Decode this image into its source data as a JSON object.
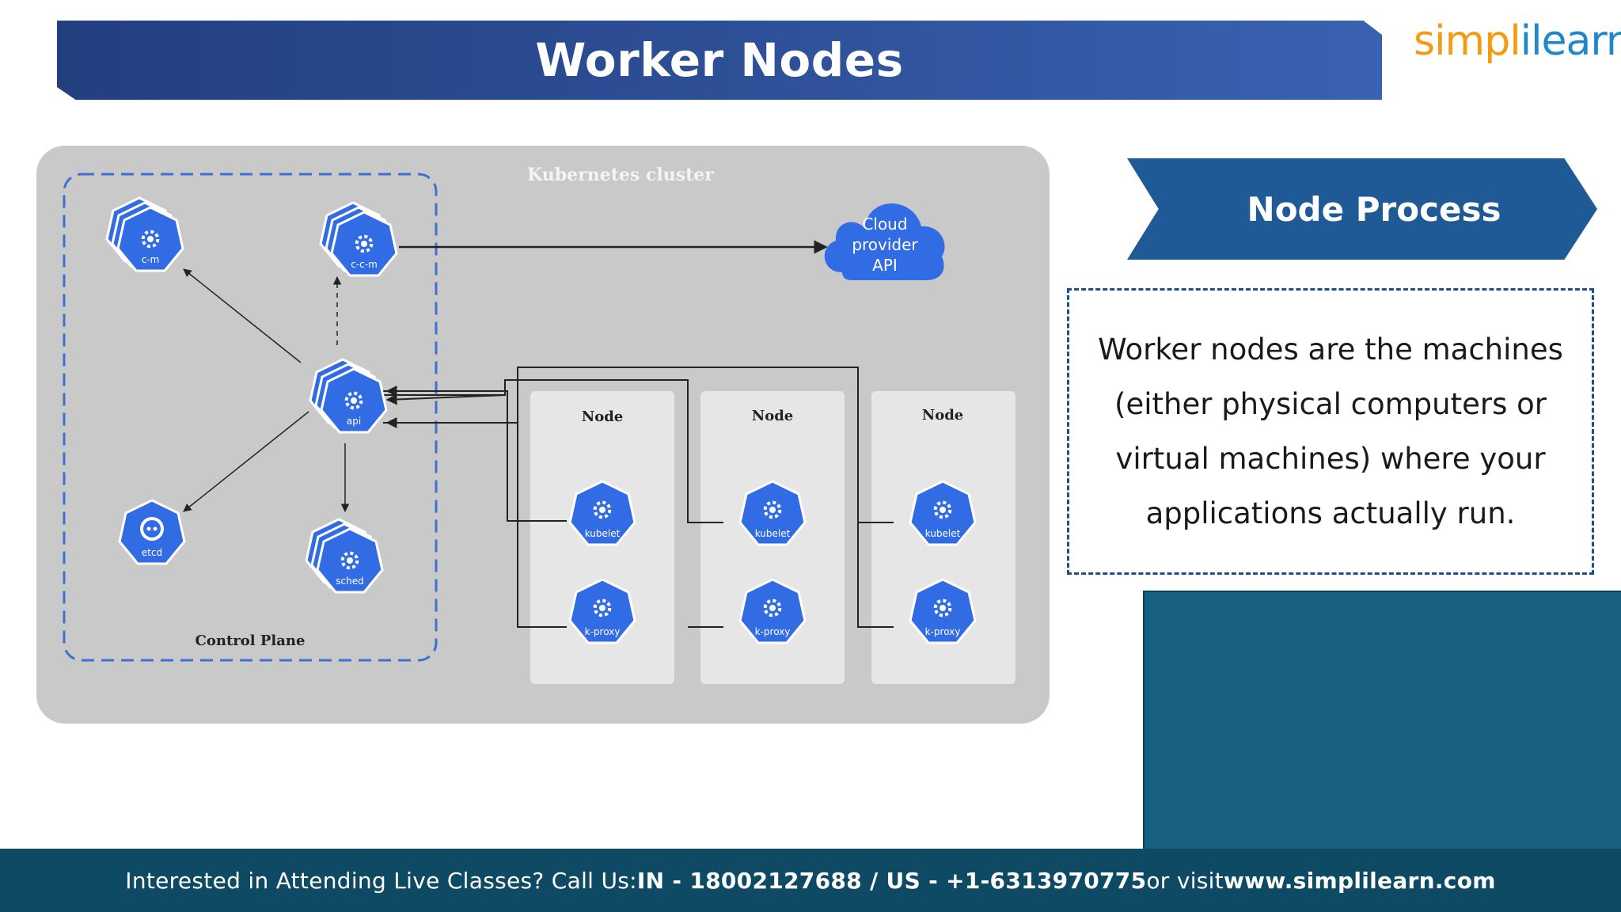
{
  "header": {
    "title": "Worker Nodes"
  },
  "logo": {
    "part1": "simpl",
    "part2": "i",
    "part3": "learn"
  },
  "diagram": {
    "cluster_label": "Kubernetes cluster",
    "control_plane_label": "Control Plane",
    "cloud_label_lines": [
      "Cloud",
      "provider",
      "API"
    ],
    "control_plane_components": [
      {
        "id": "c-m",
        "label": "c-m"
      },
      {
        "id": "c-c-m",
        "label": "c-c-m"
      },
      {
        "id": "api",
        "label": "api"
      },
      {
        "id": "etcd",
        "label": "etcd"
      },
      {
        "id": "sched",
        "label": "sched"
      }
    ],
    "nodes": [
      {
        "label": "Node",
        "kubelet": "kubelet",
        "proxy": "k-proxy"
      },
      {
        "label": "Node",
        "kubelet": "kubelet",
        "proxy": "k-proxy"
      },
      {
        "label": "Node",
        "kubelet": "kubelet",
        "proxy": "k-proxy"
      }
    ],
    "colors": {
      "cluster_bg": "#c9c9c9",
      "node_bg": "#e6e6e6",
      "k8s_blue": "#326ce5",
      "dashed_border": "#3f6fd1"
    }
  },
  "side": {
    "ribbon_title": "Node Process",
    "description": "Worker nodes are the machines (either physical computers or virtual machines) where your applications actually run."
  },
  "footer": {
    "prefix": "Interested in Attending Live Classes? Call Us: ",
    "in_number": "IN - 18002127688 / US - +1-6313970775",
    "middle": " or visit ",
    "site": "www.simplilearn.com"
  }
}
